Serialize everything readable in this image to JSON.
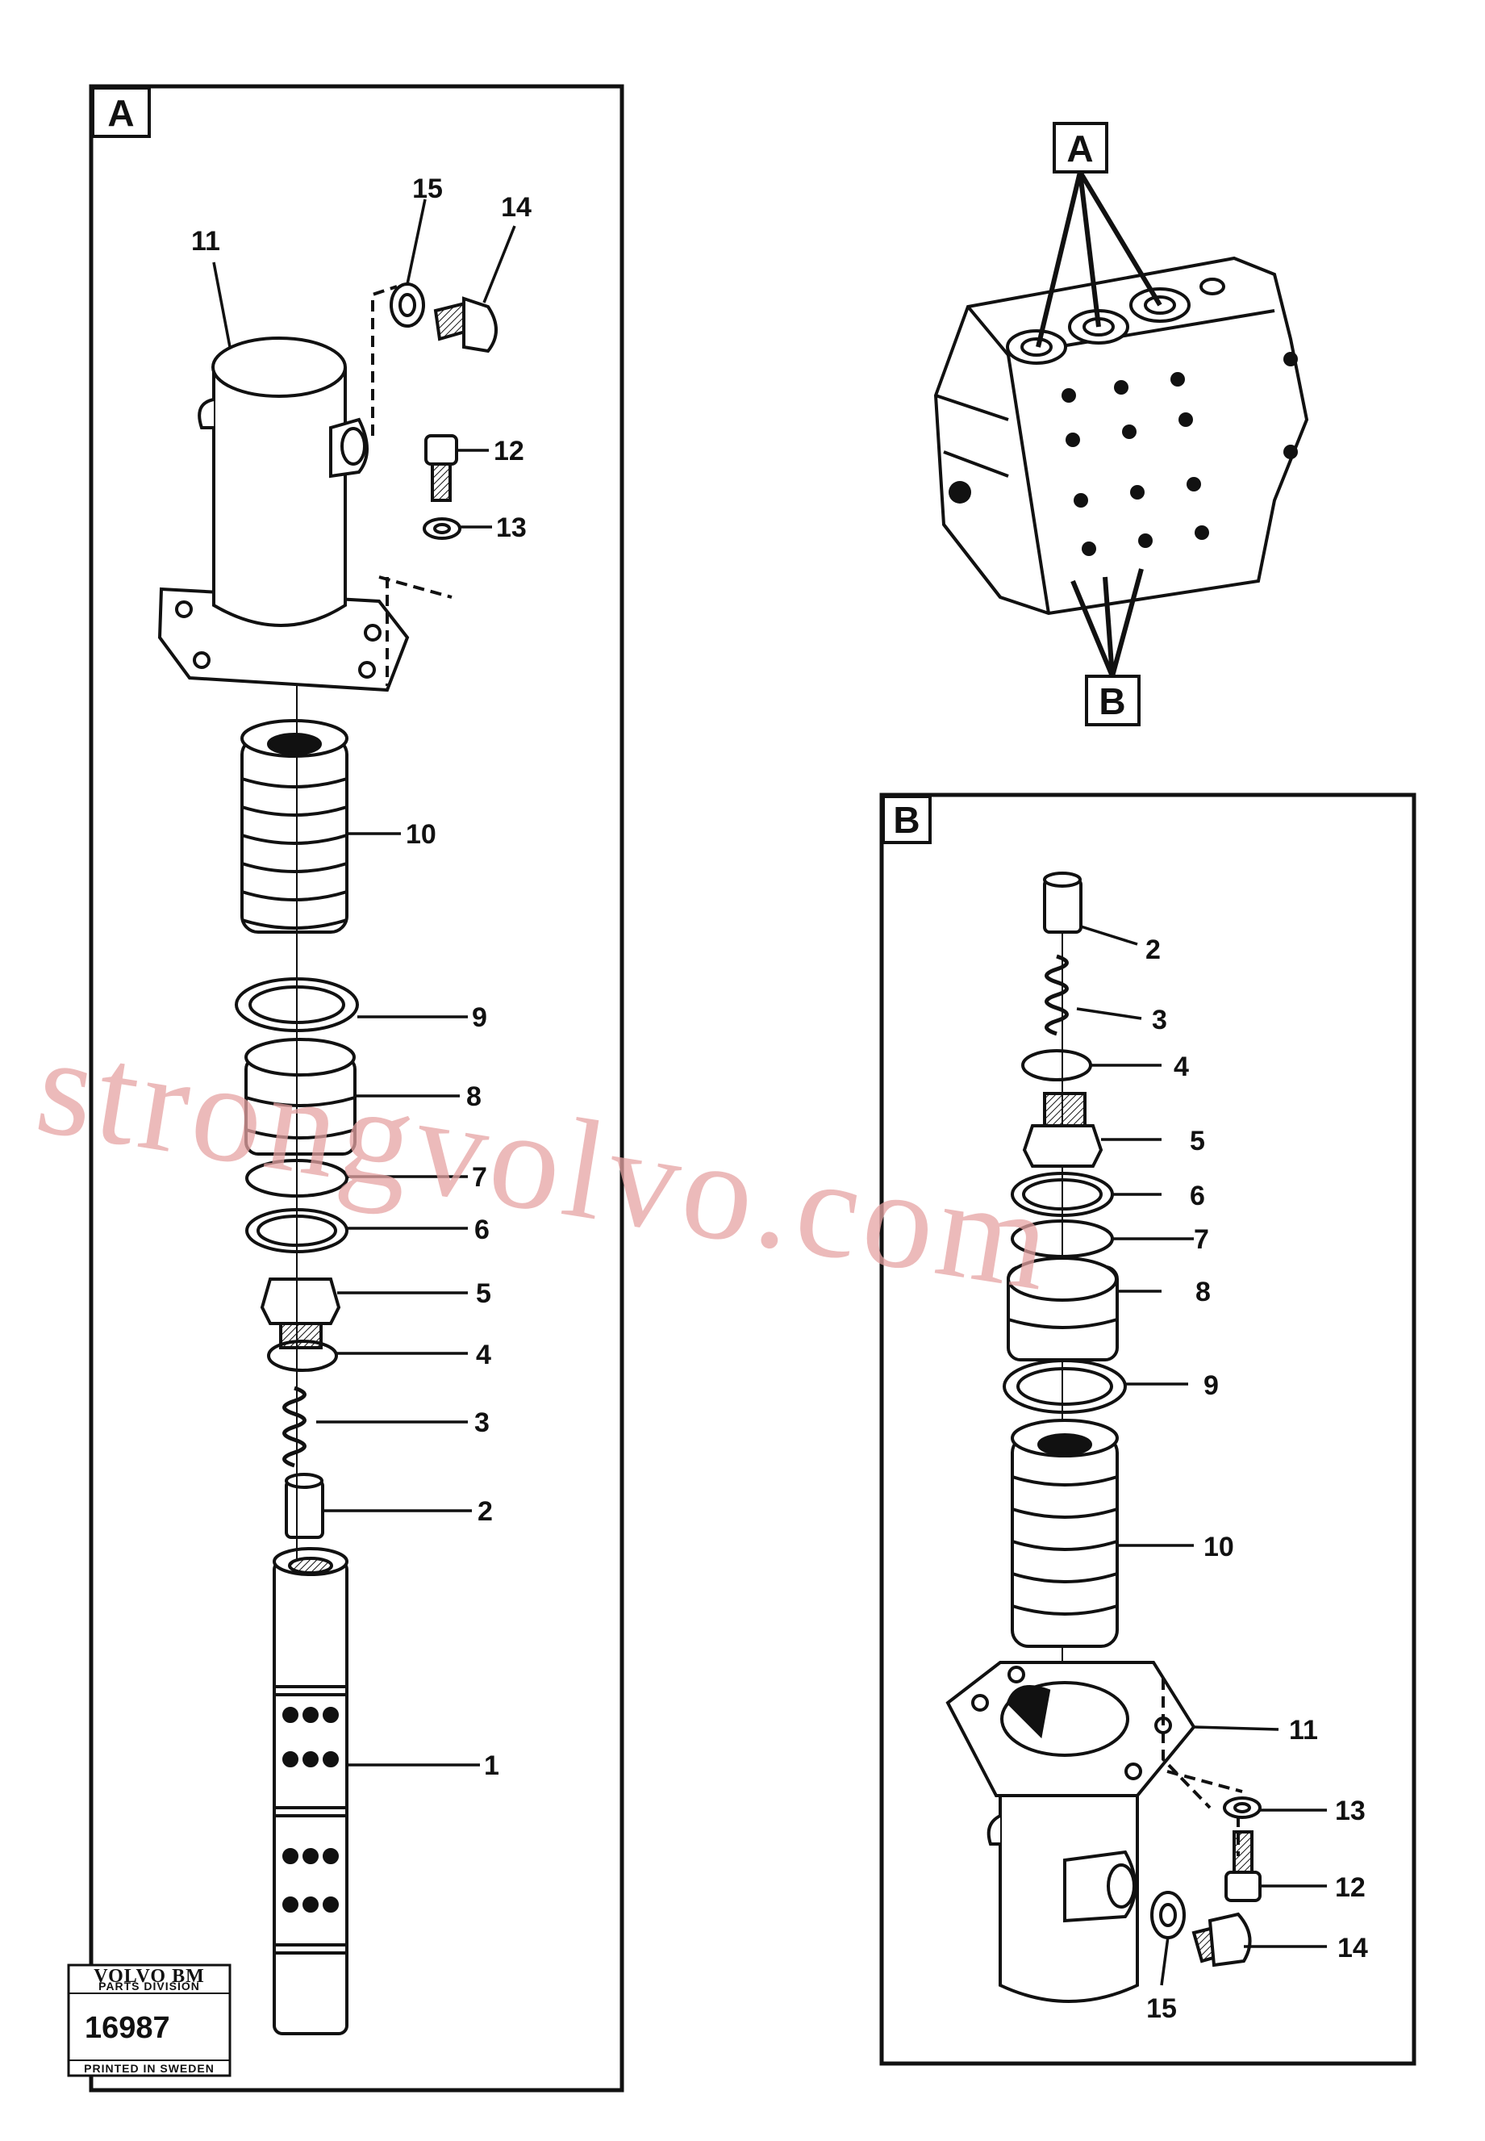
{
  "panels": {
    "a": {
      "letter": "A"
    },
    "b": {
      "letter": "B"
    }
  },
  "overview": {
    "label_a": "A",
    "label_b": "B"
  },
  "callouts_a": {
    "c1": "1",
    "c2": "2",
    "c3": "3",
    "c4": "4",
    "c5": "5",
    "c6": "6",
    "c7": "7",
    "c8": "8",
    "c9": "9",
    "c10": "10",
    "c11": "11",
    "c12": "12",
    "c13": "13",
    "c14": "14",
    "c15": "15"
  },
  "callouts_b": {
    "c2": "2",
    "c3": "3",
    "c4": "4",
    "c5": "5",
    "c6": "6",
    "c7": "7",
    "c8": "8",
    "c9": "9",
    "c10": "10",
    "c11": "11",
    "c12": "12",
    "c13": "13",
    "c14": "14",
    "c15": "15"
  },
  "stamp": {
    "brand": "VOLVO BM",
    "division": "PARTS DIVISION",
    "number": "16987",
    "printed": "PRINTED IN SWEDEN"
  },
  "watermark": "strongvolvo.com",
  "colors": {
    "line": "#111111",
    "watermark": "#e6a3a3",
    "background": "#ffffff"
  }
}
